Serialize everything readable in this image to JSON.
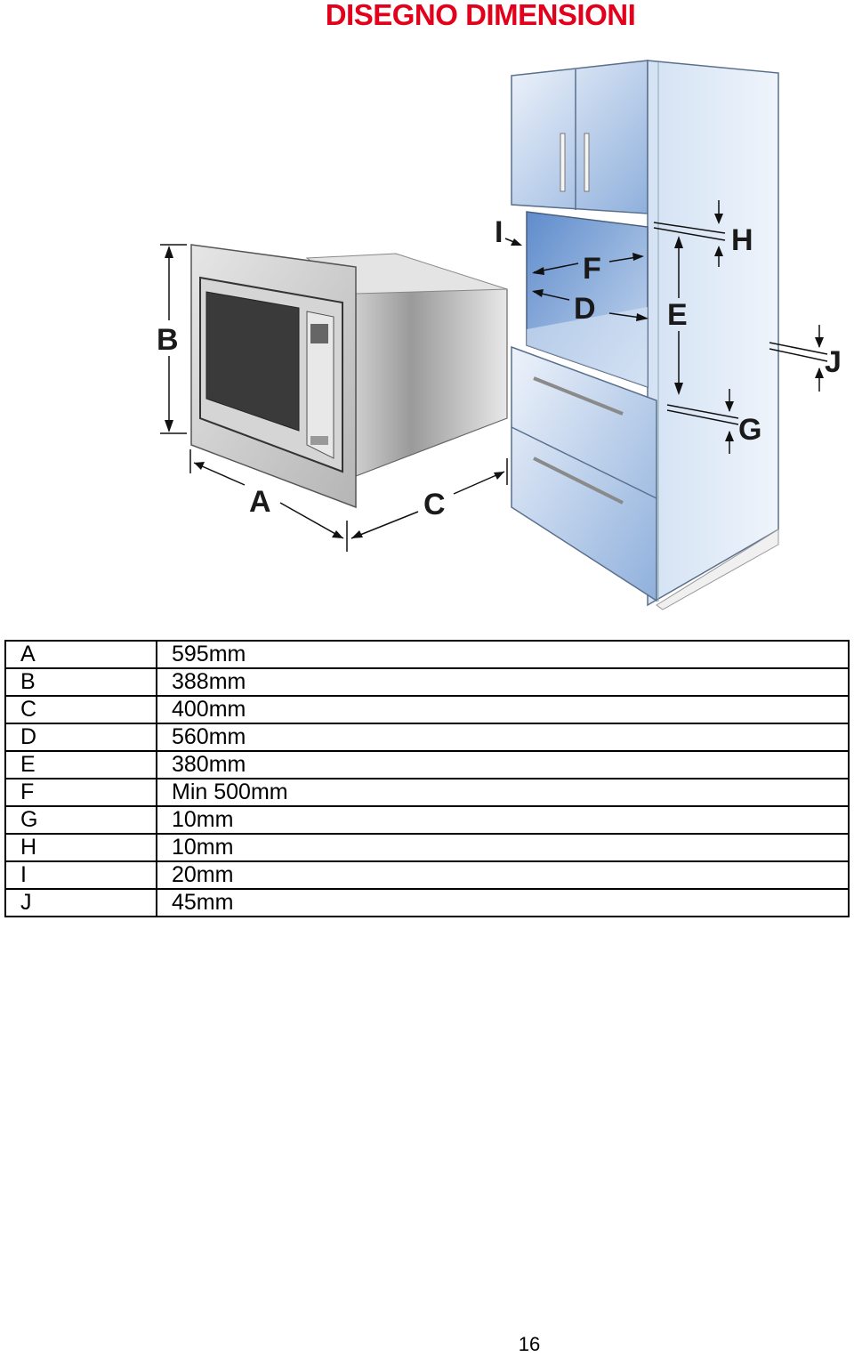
{
  "title": "DISEGNO DIMENSIONI",
  "figure": {
    "labels": [
      "A",
      "B",
      "C",
      "D",
      "E",
      "F",
      "G",
      "H",
      "I",
      "J"
    ],
    "colors": {
      "cabinet_blue": "#a9c4e6",
      "cabinet_dark": "#7d9fcf",
      "steel": "#c8c8c8",
      "title_red": "#e3001b"
    }
  },
  "dimensions": [
    {
      "code": "A",
      "value": "595mm"
    },
    {
      "code": "B",
      "value": "388mm"
    },
    {
      "code": "C",
      "value": "400mm"
    },
    {
      "code": "D",
      "value": "560mm"
    },
    {
      "code": "E",
      "value": "380mm"
    },
    {
      "code": "F",
      "value": "Min 500mm"
    },
    {
      "code": "G",
      "value": "10mm"
    },
    {
      "code": "H",
      "value": "10mm"
    },
    {
      "code": "I",
      "value": "20mm"
    },
    {
      "code": "J",
      "value": "45mm"
    }
  ],
  "page_number": "16"
}
